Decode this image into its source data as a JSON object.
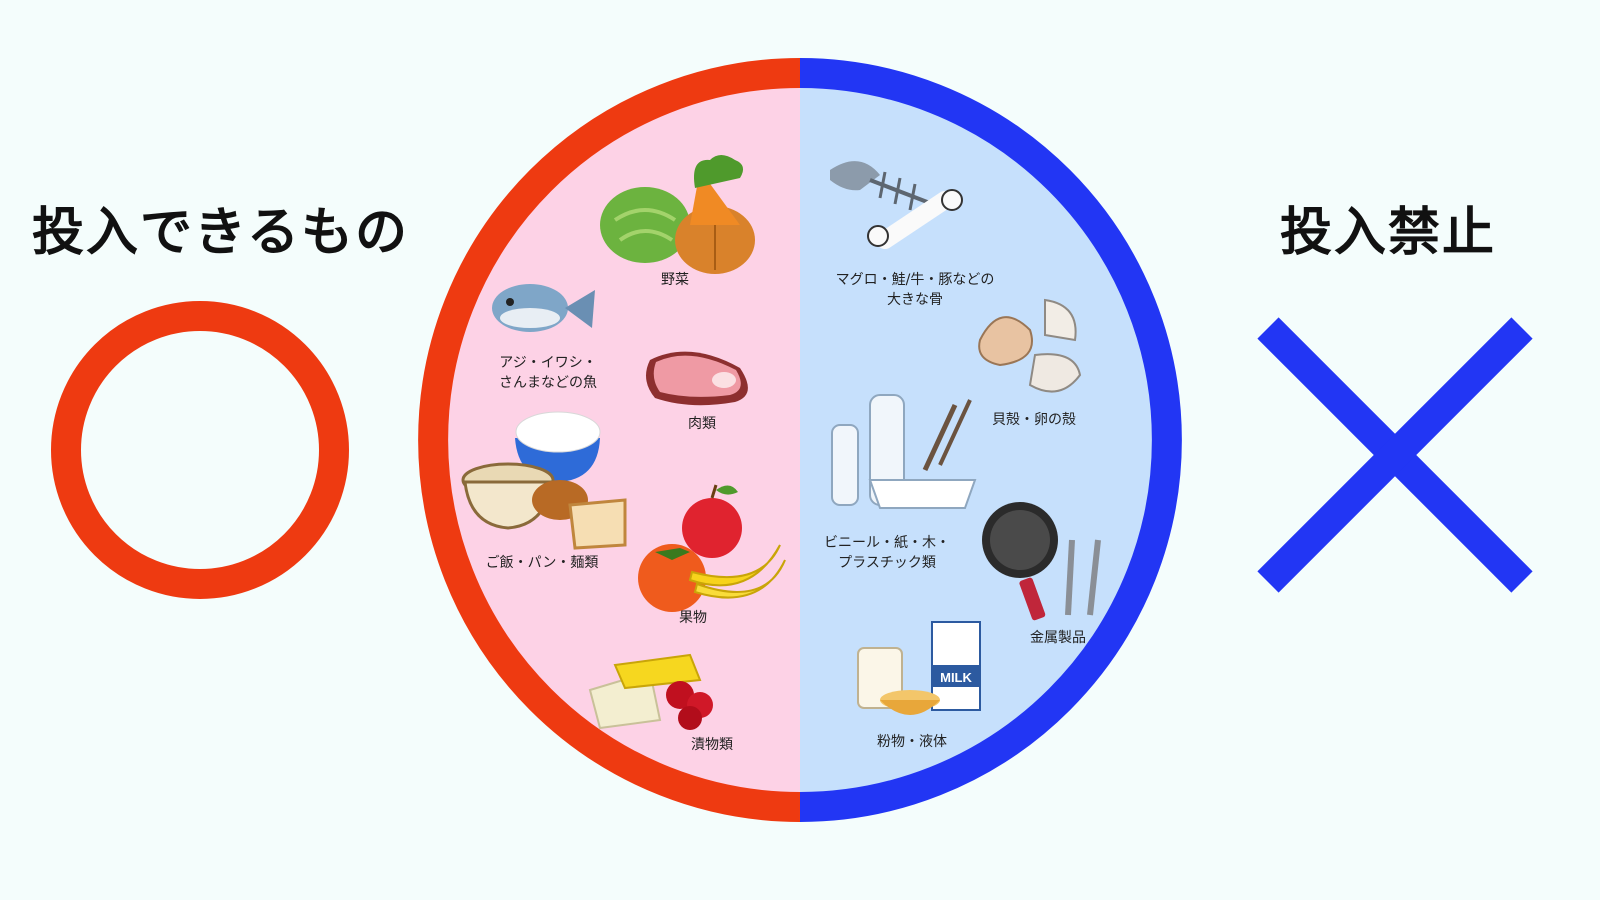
{
  "headings": {
    "allowed": "投入できるもの",
    "forbidden": "投入禁止"
  },
  "symbols": {
    "allowed": "circle-mark-icon",
    "forbidden": "cross-mark-icon"
  },
  "colors": {
    "allowed_ring": "#ee3a11",
    "allowed_fill": "#fdd2e6",
    "forbidden_ring": "#2236f4",
    "forbidden_fill": "#c6e0fc",
    "background": "#f4fdfc"
  },
  "allowed_items": [
    {
      "icon": "vegetables-icon",
      "label": "野菜"
    },
    {
      "icon": "fish-icon",
      "label": "アジ・イワシ・\nさんまなどの魚"
    },
    {
      "icon": "meat-icon",
      "label": "肉類"
    },
    {
      "icon": "rice-bread-noodles-icon",
      "label": "ご飯・パン・麺類"
    },
    {
      "icon": "fruit-icon",
      "label": "果物"
    },
    {
      "icon": "pickles-icon",
      "label": "漬物類"
    }
  ],
  "forbidden_items": [
    {
      "icon": "big-bones-icon",
      "label": "マグロ・鮭/牛・豚などの\n大きな骨"
    },
    {
      "icon": "shells-eggshells-icon",
      "label": "貝殻・卵の殻"
    },
    {
      "icon": "plastic-paper-wood-icon",
      "label": "ビニール・紙・木・\nプラスチック類"
    },
    {
      "icon": "metal-products-icon",
      "label": "金属製品"
    },
    {
      "icon": "powder-liquid-icon",
      "label": "粉物・液体"
    }
  ],
  "milk_carton_text": "MILK"
}
